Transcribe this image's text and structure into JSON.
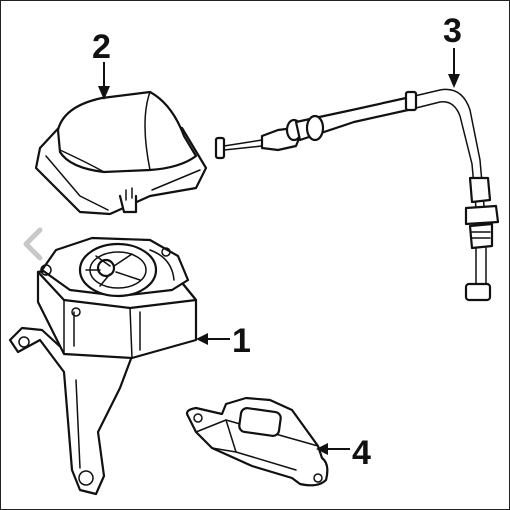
{
  "callouts": {
    "one": "1",
    "two": "2",
    "three": "3",
    "four": "4"
  },
  "icons": {
    "nav_prev": "chevron-left-icon"
  },
  "colors": {
    "line": "#111111",
    "background": "#ffffff",
    "chevron": "#c8c8c8"
  }
}
